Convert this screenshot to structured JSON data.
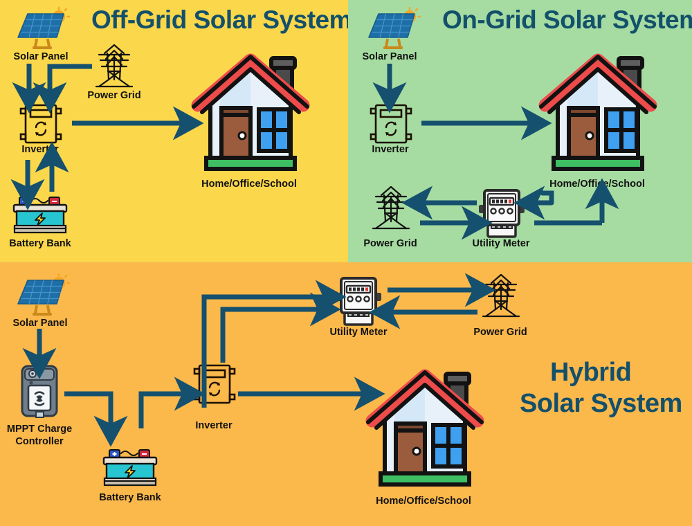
{
  "colors": {
    "bg_offgrid": "#FBD74B",
    "bg_ongrid": "#A6DCA1",
    "bg_hybrid": "#FBB84B",
    "title_blue": "#13506B",
    "arrow_navy": "#15506E",
    "label_black": "#111111",
    "roof_red": "#EE4B4B",
    "house_wall": "#E8F1FA",
    "house_base_green": "#3EBF63",
    "door_brown": "#9A5C3C",
    "window_blue": "#3FA0F0",
    "chimney_gray": "#4A4A4A",
    "panel_blue": "#1E6FA8",
    "sun_orange": "#F5A623",
    "battery_cyan": "#27C5CF",
    "bolt_yellow": "#F8D32E",
    "terminal_plus_blue": "#2D58C4",
    "terminal_minus_red": "#D22A3E",
    "mppt_gray": "#6F7F8C",
    "meter_white": "#F2F2F2",
    "meter_digit_red": "#E03A3A"
  },
  "panels": [
    {
      "id": "offgrid",
      "title": "Off-Grid Solar System",
      "nodes": [
        {
          "key": "solar_panel",
          "label": "Solar Panel",
          "icon": "solar-panel-icon"
        },
        {
          "key": "power_grid",
          "label": "Power Grid",
          "icon": "power-grid-icon"
        },
        {
          "key": "inverter",
          "label": "Inverter",
          "icon": "inverter-icon"
        },
        {
          "key": "battery_bank",
          "label": "Battery Bank",
          "icon": "battery-bank-icon"
        },
        {
          "key": "house",
          "label": "Home/Office/School",
          "icon": "house-icon"
        }
      ]
    },
    {
      "id": "ongrid",
      "title": "On-Grid Solar System",
      "nodes": [
        {
          "key": "solar_panel",
          "label": "Solar Panel",
          "icon": "solar-panel-icon"
        },
        {
          "key": "inverter",
          "label": "Inverter",
          "icon": "inverter-icon"
        },
        {
          "key": "house",
          "label": "Home/Office/School",
          "icon": "house-icon"
        },
        {
          "key": "power_grid",
          "label": "Power Grid",
          "icon": "power-grid-icon"
        },
        {
          "key": "utility_meter",
          "label": "Utility Meter",
          "icon": "utility-meter-icon"
        }
      ]
    },
    {
      "id": "hybrid",
      "title_line1": "Hybrid",
      "title_line2": "Solar System",
      "nodes": [
        {
          "key": "solar_panel",
          "label": "Solar Panel",
          "icon": "solar-panel-icon"
        },
        {
          "key": "mppt",
          "label": "MPPT Charge\nController",
          "icon": "mppt-charge-controller-icon"
        },
        {
          "key": "battery_bank",
          "label": "Battery Bank",
          "icon": "battery-bank-icon"
        },
        {
          "key": "inverter",
          "label": "Inverter",
          "icon": "inverter-icon"
        },
        {
          "key": "utility_meter",
          "label": "Utility Meter",
          "icon": "utility-meter-icon"
        },
        {
          "key": "power_grid",
          "label": "Power Grid",
          "icon": "power-grid-icon"
        },
        {
          "key": "house",
          "label": "Home/Office/School",
          "icon": "house-icon"
        }
      ]
    }
  ],
  "labels": {
    "offgrid": {
      "solar_panel": "Solar Panel",
      "power_grid": "Power Grid",
      "inverter": "Inverter",
      "battery_bank": "Battery Bank",
      "house": "Home/Office/School"
    },
    "ongrid": {
      "solar_panel": "Solar Panel",
      "inverter": "Inverter",
      "house": "Home/Office/School",
      "power_grid": "Power Grid",
      "utility_meter": "Utility Meter"
    },
    "hybrid": {
      "solar_panel": "Solar Panel",
      "mppt_line1": "MPPT Charge",
      "mppt_line2": "Controller",
      "battery_bank": "Battery Bank",
      "inverter": "Inverter",
      "utility_meter": "Utility Meter",
      "power_grid": "Power Grid",
      "house": "Home/Office/School"
    }
  },
  "titles": {
    "offgrid": "Off-Grid Solar System",
    "ongrid": "On-Grid Solar System",
    "hybrid_line1": "Hybrid",
    "hybrid_line2": "Solar System"
  }
}
